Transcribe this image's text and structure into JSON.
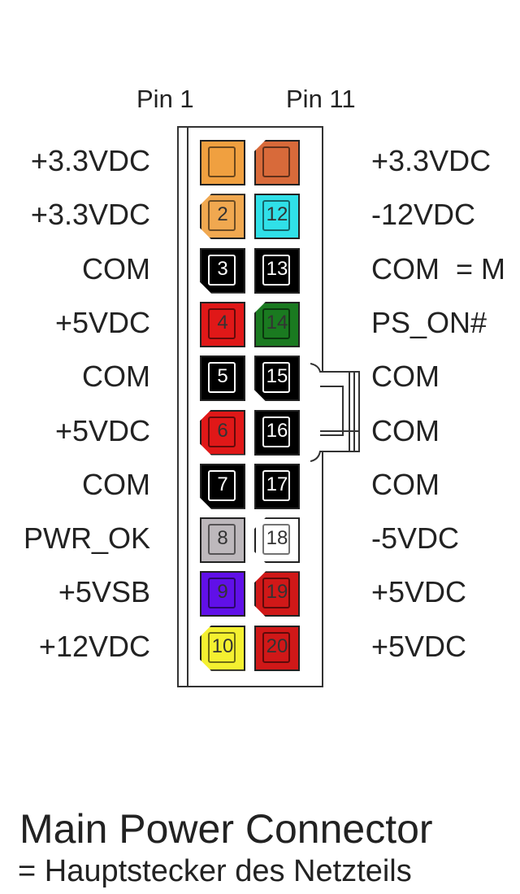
{
  "headers": {
    "pin1": "Pin 1",
    "pin11": "Pin 11"
  },
  "left_labels": [
    "+3.3VDC",
    "+3.3VDC",
    "COM",
    "+5VDC",
    "COM",
    "+5VDC",
    "COM",
    "PWR_OK",
    "+5VSB",
    "+12VDC"
  ],
  "right_labels": [
    "+3.3VDC",
    "-12VDC",
    "COM  = M",
    "PS_ON#",
    "COM",
    "COM",
    "COM",
    "-5VDC",
    "+5VDC",
    "+5VDC"
  ],
  "pins": {
    "left": [
      {
        "num": "",
        "color": "#f0a040",
        "chamfer": "none"
      },
      {
        "num": "2",
        "color": "#f0a850",
        "chamfer": "both"
      },
      {
        "num": "3",
        "color": "#000000",
        "chamfer": "bottom"
      },
      {
        "num": "4",
        "color": "#e01818",
        "chamfer": "none"
      },
      {
        "num": "5",
        "color": "#000000",
        "chamfer": "none"
      },
      {
        "num": "6",
        "color": "#e01818",
        "chamfer": "both"
      },
      {
        "num": "7",
        "color": "#000000",
        "chamfer": "bottom"
      },
      {
        "num": "8",
        "color": "#bdb8bc",
        "chamfer": "none"
      },
      {
        "num": "9",
        "color": "#6010e8",
        "chamfer": "none"
      },
      {
        "num": "10",
        "color": "#f4f030",
        "chamfer": "both"
      }
    ],
    "right": [
      {
        "num": "",
        "color": "#d86a3a",
        "chamfer": "top"
      },
      {
        "num": "12",
        "color": "#30e0e8",
        "chamfer": "none"
      },
      {
        "num": "13",
        "color": "#000000",
        "chamfer": "none"
      },
      {
        "num": "14",
        "color": "#1a7a20",
        "chamfer": "top"
      },
      {
        "num": "15",
        "color": "#000000",
        "chamfer": "bottom"
      },
      {
        "num": "16",
        "color": "#000000",
        "chamfer": "none"
      },
      {
        "num": "17",
        "color": "#000000",
        "chamfer": "none"
      },
      {
        "num": "18",
        "color": "#ffffff",
        "chamfer": "both"
      },
      {
        "num": "19",
        "color": "#d01818",
        "chamfer": "both"
      },
      {
        "num": "20",
        "color": "#d01818",
        "chamfer": "none"
      }
    ]
  },
  "title": "Main Power Connector",
  "subtitle": "= Hauptstecker des Netzteils"
}
